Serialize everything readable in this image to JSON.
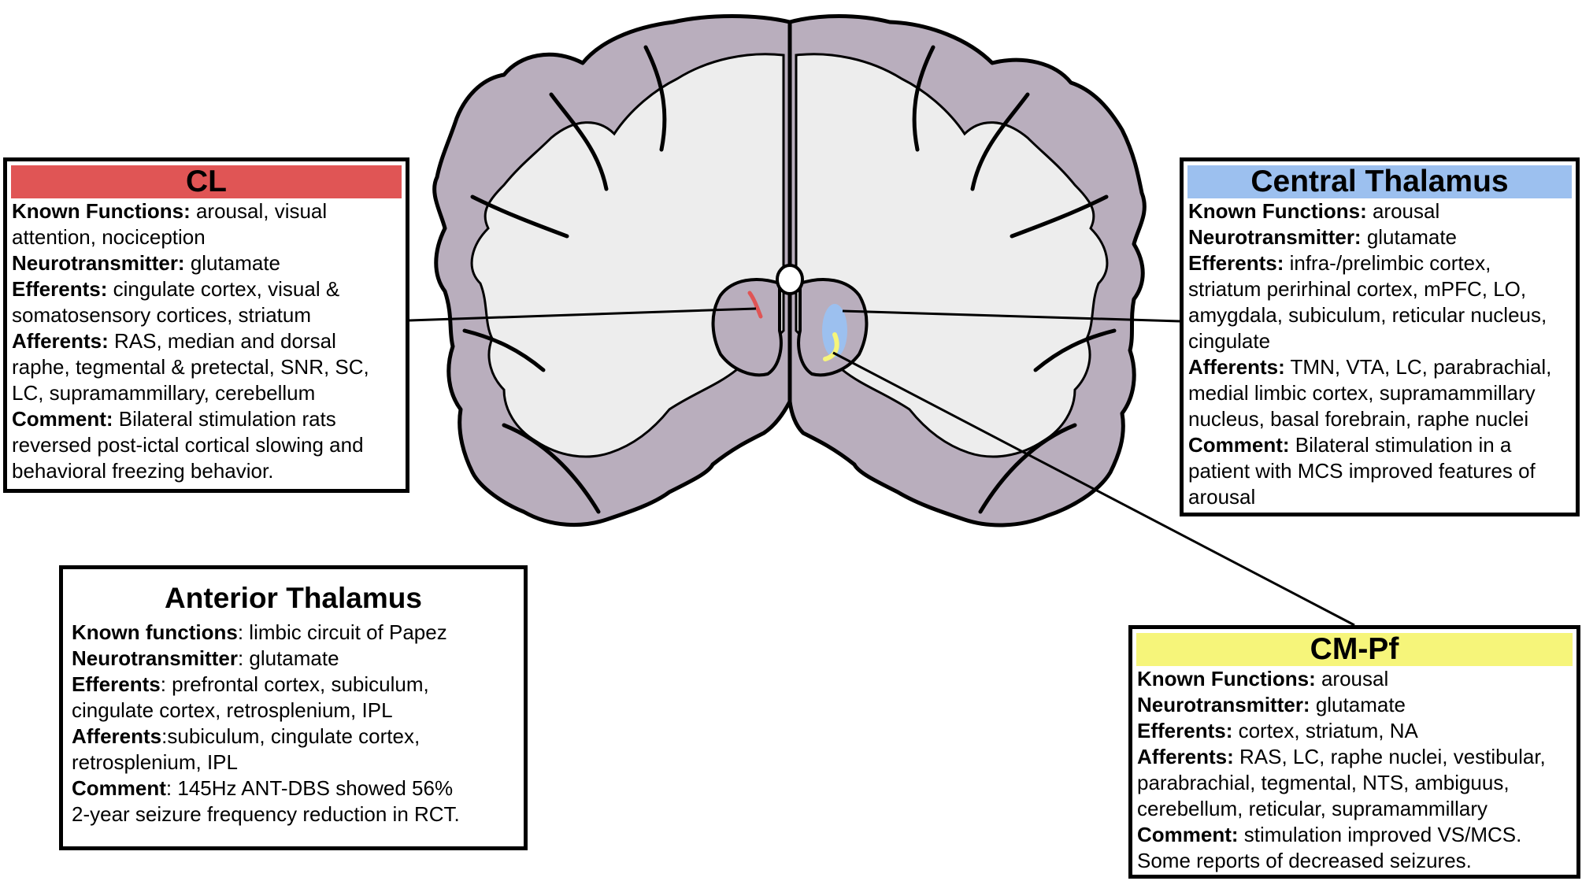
{
  "colors": {
    "cl": "#e05555",
    "central": "#9cc0ef",
    "cmpf": "#f6f57a",
    "cortex": "#b9aebd",
    "white_matter": "#ededed",
    "outline": "#000000"
  },
  "boxes": {
    "cl": {
      "title": "CL",
      "rows": [
        {
          "label": "Known Functions:",
          "text": " arousal, visual"
        },
        {
          "label": "",
          "text": "attention, nociception"
        },
        {
          "label": "Neurotransmitter:",
          "text": " glutamate"
        },
        {
          "label": "Efferents:",
          "text": " cingulate cortex, visual &"
        },
        {
          "label": "",
          "text": "somatosensory cortices, striatum"
        },
        {
          "label": "Afferents:",
          "text": " RAS, median and dorsal"
        },
        {
          "label": "",
          "text": "raphe, tegmental & pretectal, SNR, SC,"
        },
        {
          "label": "",
          "text": "LC, supramammillary, cerebellum"
        },
        {
          "label": "Comment:",
          "text": " Bilateral stimulation rats"
        },
        {
          "label": "",
          "text": "reversed post-ictal cortical slowing and"
        },
        {
          "label": "",
          "text": "behavioral freezing behavior."
        }
      ]
    },
    "central": {
      "title": "Central Thalamus",
      "rows": [
        {
          "label": "Known Functions:",
          "text": " arousal"
        },
        {
          "label": "Neurotransmitter:",
          "text": " glutamate"
        },
        {
          "label": "Efferents:",
          "text": " infra-/prelimbic cortex,"
        },
        {
          "label": "",
          "text": "striatum perirhinal cortex, mPFC, LO,"
        },
        {
          "label": "",
          "text": "amygdala, subiculum, reticular nucleus,"
        },
        {
          "label": "",
          "text": "cingulate"
        },
        {
          "label": "Afferents:",
          "text": " TMN, VTA, LC, parabrachial,"
        },
        {
          "label": "",
          "text": "medial limbic cortex, supramammillary"
        },
        {
          "label": "",
          "text": "nucleus, basal forebrain, raphe nuclei"
        },
        {
          "label": "Comment:",
          "text": " Bilateral stimulation in a"
        },
        {
          "label": "",
          "text": "patient with MCS improved features of"
        },
        {
          "label": "",
          "text": "arousal"
        }
      ]
    },
    "anterior": {
      "title": "Anterior Thalamus",
      "rows": [
        {
          "label": "Known functions",
          "text": ": limbic circuit of Papez"
        },
        {
          "label": "Neurotransmitter",
          "text": ": glutamate"
        },
        {
          "label": "Efferents",
          "text": ": prefrontal cortex, subiculum,"
        },
        {
          "label": "",
          "text": "cingulate cortex, retrosplenium, IPL"
        },
        {
          "label": "Afferents",
          "text": ":subiculum, cingulate cortex,"
        },
        {
          "label": "",
          "text": "retrosplenium, IPL"
        },
        {
          "label": "Comment",
          "text": ": 145Hz ANT-DBS showed 56%"
        },
        {
          "label": "",
          "text": "2-year seizure frequency reduction in RCT."
        }
      ]
    },
    "cmpf": {
      "title": "CM-Pf",
      "rows": [
        {
          "label": "Known Functions:",
          "text": " arousal"
        },
        {
          "label": "Neurotransmitter:",
          "text": " glutamate"
        },
        {
          "label": "Efferents:",
          "text": " cortex, striatum, NA"
        },
        {
          "label": "Afferents:",
          "text": " RAS, LC, raphe nuclei, vestibular,"
        },
        {
          "label": "",
          "text": "parabrachial, tegmental, NTS, ambiguus,"
        },
        {
          "label": "",
          "text": "cerebellum, reticular, supramammillary"
        },
        {
          "label": "Comment:",
          "text": " stimulation improved VS/MCS."
        },
        {
          "label": "",
          "text": "Some reports of decreased seizures."
        }
      ]
    }
  }
}
